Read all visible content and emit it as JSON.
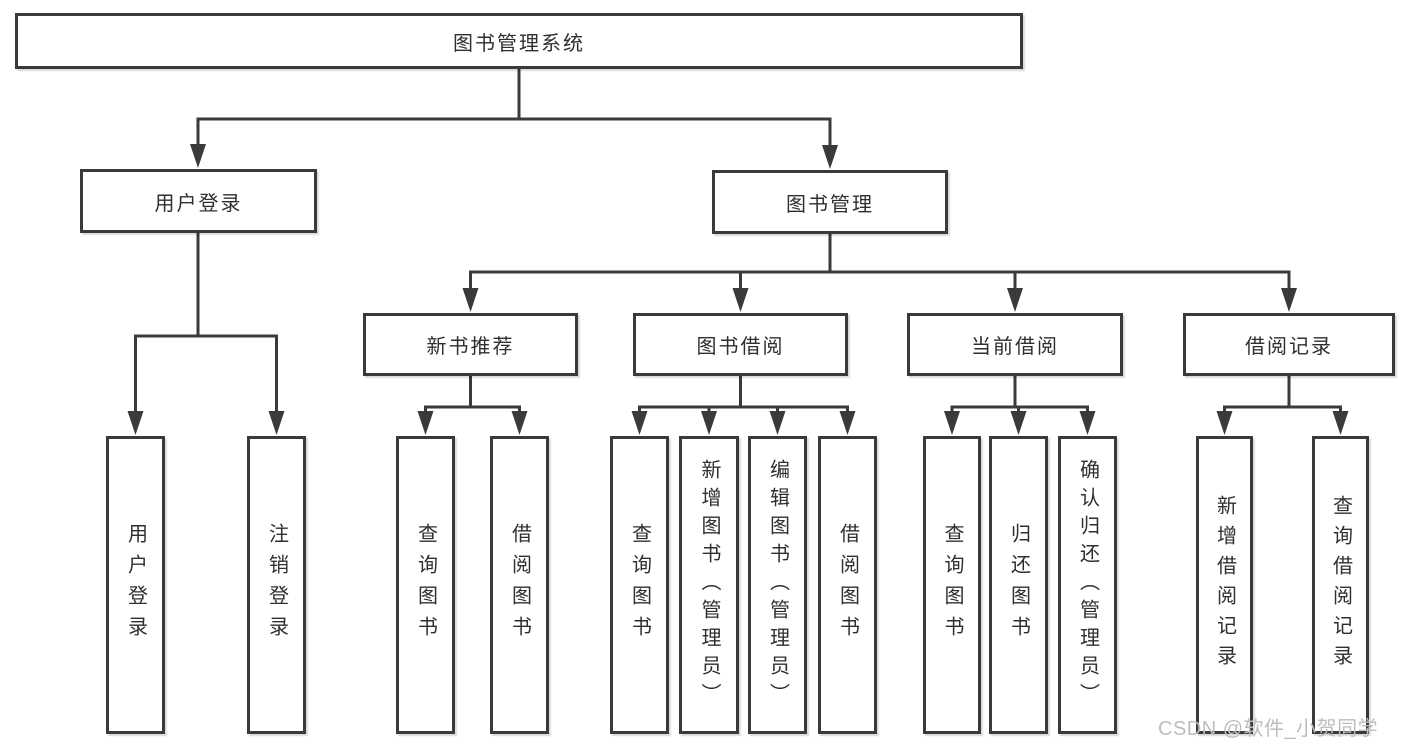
{
  "colors": {
    "line": "#3a3a3a",
    "text": "#2f2f2f",
    "box_fill": "#ffffff",
    "watermark": "#bdbdbd"
  },
  "watermark": "CSDN @软件_小贺同学",
  "tree": {
    "label": "图书管理系统",
    "children": [
      {
        "label": "用户登录",
        "children": [
          {
            "label": "用户登录"
          },
          {
            "label": "注销登录"
          }
        ]
      },
      {
        "label": "图书管理",
        "children": [
          {
            "label": "新书推荐",
            "children": [
              {
                "label": "查询图书"
              },
              {
                "label": "借阅图书"
              }
            ]
          },
          {
            "label": "图书借阅",
            "children": [
              {
                "label": "查询图书"
              },
              {
                "label": "新增图书（管理员）"
              },
              {
                "label": "编辑图书（管理员）"
              },
              {
                "label": "借阅图书"
              }
            ]
          },
          {
            "label": "当前借阅",
            "children": [
              {
                "label": "查询图书"
              },
              {
                "label": "归还图书"
              },
              {
                "label": "确认归还（管理员）"
              }
            ]
          },
          {
            "label": "借阅记录",
            "children": [
              {
                "label": "新增借阅记录"
              },
              {
                "label": "查询借阅记录"
              }
            ]
          }
        ]
      }
    ]
  }
}
